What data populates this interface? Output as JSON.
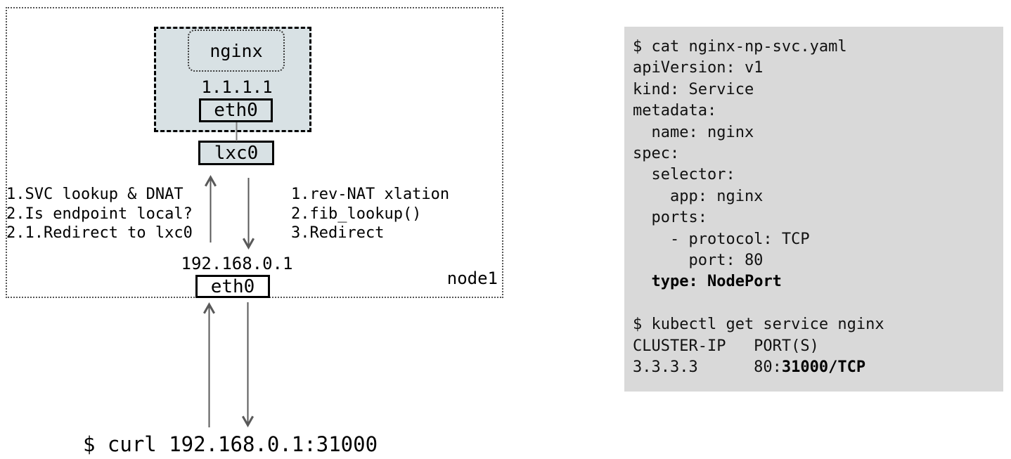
{
  "colors": {
    "background": "#ffffff",
    "pod_fill": "#d8e1e4",
    "panel_fill": "#d9d9d9",
    "border_black": "#000000",
    "dotted_gray": "#555555",
    "arrow_gray": "#595959",
    "connector_gray": "#7f7f7f"
  },
  "diagram": {
    "node_label": "node1",
    "pod": {
      "container": "nginx",
      "ip": "1.1.1.1",
      "iface": "eth0"
    },
    "veth": "lxc0",
    "ingress_steps": [
      "1.SVC lookup & DNAT",
      "2.Is endpoint local?",
      "2.1.Redirect to lxc0"
    ],
    "egress_steps": [
      "1.rev-NAT xlation",
      "2.fib_lookup()",
      "3.Redirect"
    ],
    "node_ip": "192.168.0.1",
    "node_iface": "eth0",
    "curl_command": "$ curl 192.168.0.1:31000"
  },
  "terminal": {
    "lines": [
      {
        "segments": [
          {
            "text": "$ cat nginx-np-svc.yaml",
            "bold": false
          }
        ]
      },
      {
        "segments": [
          {
            "text": "apiVersion: v1",
            "bold": false
          }
        ]
      },
      {
        "segments": [
          {
            "text": "kind: Service",
            "bold": false
          }
        ]
      },
      {
        "segments": [
          {
            "text": "metadata:",
            "bold": false
          }
        ]
      },
      {
        "segments": [
          {
            "text": "  name: nginx",
            "bold": false
          }
        ]
      },
      {
        "segments": [
          {
            "text": "spec:",
            "bold": false
          }
        ]
      },
      {
        "segments": [
          {
            "text": "  selector:",
            "bold": false
          }
        ]
      },
      {
        "segments": [
          {
            "text": "    app: nginx",
            "bold": false
          }
        ]
      },
      {
        "segments": [
          {
            "text": "  ports:",
            "bold": false
          }
        ]
      },
      {
        "segments": [
          {
            "text": "    - protocol: TCP",
            "bold": false
          }
        ]
      },
      {
        "segments": [
          {
            "text": "      port: 80",
            "bold": false
          }
        ]
      },
      {
        "segments": [
          {
            "text": "  ",
            "bold": false
          },
          {
            "text": "type: NodePort",
            "bold": true
          }
        ]
      },
      {
        "segments": []
      },
      {
        "segments": [
          {
            "text": "$ kubectl get service nginx",
            "bold": false
          }
        ]
      },
      {
        "segments": [
          {
            "text": "CLUSTER-IP   PORT(S)",
            "bold": false
          }
        ]
      },
      {
        "segments": [
          {
            "text": "3.3.3.3      80:",
            "bold": false
          },
          {
            "text": "31000/TCP",
            "bold": true
          }
        ]
      }
    ]
  }
}
